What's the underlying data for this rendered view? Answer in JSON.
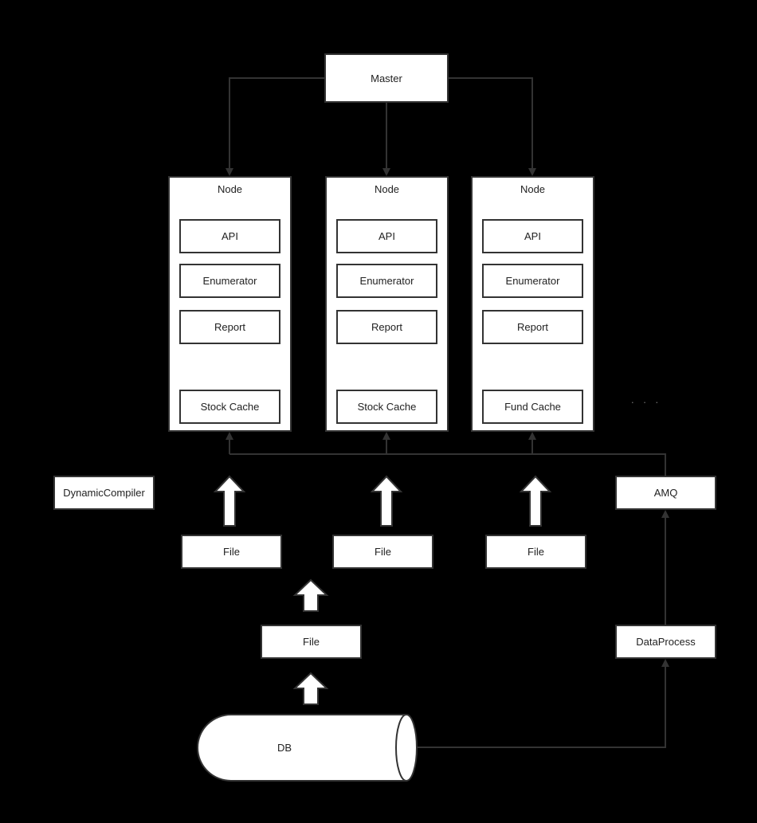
{
  "master": "Master",
  "nodes": [
    {
      "title": "Node",
      "items": [
        "API",
        "Enumerator",
        "Report"
      ],
      "cache": "Stock Cache"
    },
    {
      "title": "Node",
      "items": [
        "API",
        "Enumerator",
        "Report"
      ],
      "cache": "Stock Cache"
    },
    {
      "title": "Node",
      "items": [
        "API",
        "Enumerator",
        "Report"
      ],
      "cache": "Fund Cache"
    }
  ],
  "ellipsis": ". . .",
  "dynamic_compiler": "DynamicCompiler",
  "amq": "AMQ",
  "files_top": [
    "File",
    "File",
    "File"
  ],
  "file_middle": "File",
  "data_process": "DataProcess",
  "db": "DB",
  "colors": {
    "background": "#000000",
    "box_fill": "#ffffff",
    "stroke": "#333333"
  }
}
